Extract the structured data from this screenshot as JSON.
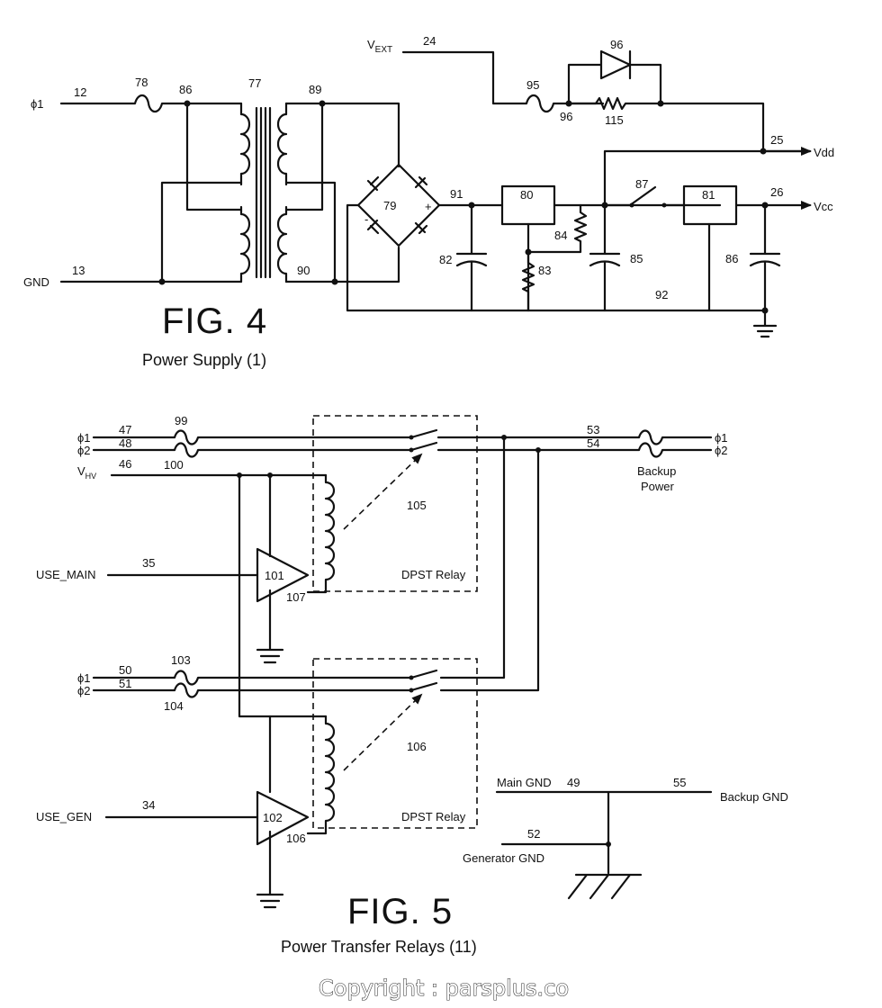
{
  "fig4": {
    "title": "FIG. 4",
    "caption": "Power Supply (1)",
    "labels": {
      "phi1": "ϕ1",
      "gnd": "GND",
      "vext": "V",
      "vext_sub": "EXT",
      "vdd": "Vdd",
      "vcc": "Vcc",
      "n12": "12",
      "n13": "13",
      "n78": "78",
      "n86a": "86",
      "n77": "77",
      "n89": "89",
      "n90": "90",
      "n79": "79",
      "n91": "91",
      "n82": "82",
      "n80": "80",
      "n84": "84",
      "n83": "83",
      "n85": "85",
      "n87": "87",
      "n81": "81",
      "n26": "26",
      "n86b": "86",
      "n92": "92",
      "n24": "24",
      "n95": "95",
      "n96a": "96",
      "n96b": "96",
      "n115": "115",
      "n25": "25",
      "minus": "-",
      "plus": "+"
    }
  },
  "fig5": {
    "title": "FIG. 5",
    "caption": "Power Transfer Relays (11)",
    "labels": {
      "phi1_top": "ϕ1",
      "phi2_top": "ϕ2",
      "vhv": "V",
      "vhv_sub": "HV",
      "n47": "47",
      "n48": "48",
      "n46": "46",
      "n99": "99",
      "n100": "100",
      "n53": "53",
      "n54": "54",
      "phi1_right": "ϕ1",
      "phi2_right": "ϕ2",
      "backup": "Backup",
      "power": "Power",
      "n105": "105",
      "use_main": "USE_MAIN",
      "n35": "35",
      "n101": "101",
      "n107": "107",
      "dpst1": "DPST Relay",
      "phi1_bot": "ϕ1",
      "phi2_bot": "ϕ2",
      "n50": "50",
      "n51": "51",
      "n103": "103",
      "n104": "104",
      "n106": "106",
      "use_gen": "USE_GEN",
      "n34": "34",
      "n102": "102",
      "n106b": "106",
      "dpst2": "DPST Relay",
      "main_gnd": "Main GND",
      "n49": "49",
      "n55": "55",
      "backup_gnd": "Backup GND",
      "n52": "52",
      "gen_gnd": "Generator GND"
    }
  },
  "copyright": "Copyright : parsplus.co"
}
